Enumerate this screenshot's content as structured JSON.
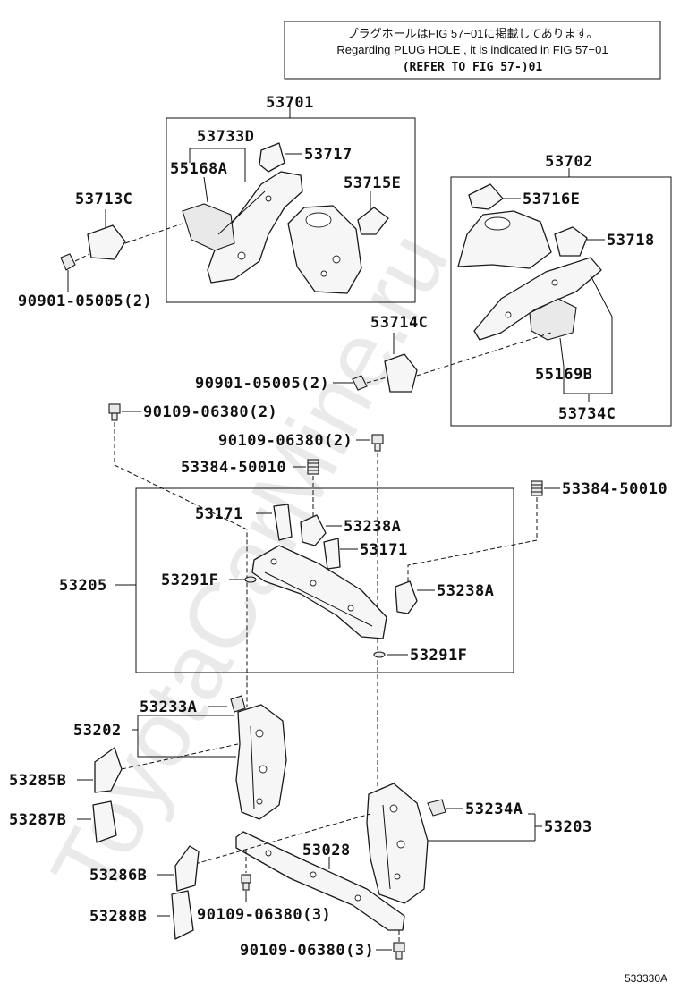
{
  "note": {
    "line_ja": "プラグホールはFIG 57−01に掲載してあります。",
    "line_en": "Regarding  PLUG  HOLE , it is indicated in  FIG  57−01",
    "line_ref": "(REFER TO FIG 57-)01"
  },
  "watermark": "ToyotaCarMine.ru",
  "figure_id": "533330A",
  "labels": {
    "p53701": "53701",
    "p53733D": "53733D",
    "p53717": "53717",
    "p55168A": "55168A",
    "p53715E": "53715E",
    "p53713C": "53713C",
    "p90901_a": "90901-05005(2)",
    "p53702": "53702",
    "p53716E": "53716E",
    "p53718": "53718",
    "p53714C": "53714C",
    "p90901_b": "90901-05005(2)",
    "p55169B": "55169B",
    "p53734C": "53734C",
    "p90109_a": "90109-06380(2)",
    "p90109_b": "90109-06380(2)",
    "p53384_a": "53384-50010",
    "p53384_b": "53384-50010",
    "p53171_a": "53171",
    "p53238A_a": "53238A",
    "p53171_b": "53171",
    "p53205": "53205",
    "p53291F_a": "53291F",
    "p53238A_b": "53238A",
    "p53291F_b": "53291F",
    "p53233A": "53233A",
    "p53202": "53202",
    "p53285B": "53285B",
    "p53287B": "53287B",
    "p53234A": "53234A",
    "p53203": "53203",
    "p53028": "53028",
    "p53286B": "53286B",
    "p53288B": "53288B",
    "p90109_c": "90109-06380(3)",
    "p90109_d": "90109-06380(3)"
  }
}
